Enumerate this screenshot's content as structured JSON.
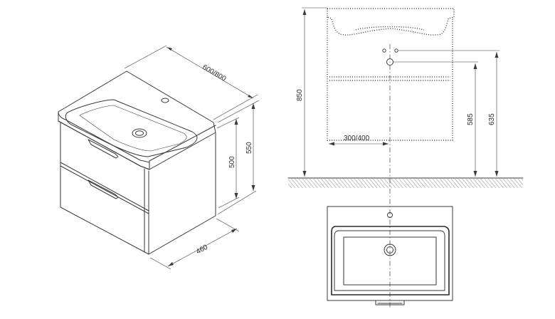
{
  "dimensions": {
    "width": "600/800",
    "height_cabinet": "550",
    "height_front": "500",
    "depth": "460",
    "height_total": "850",
    "drain_height": "585",
    "inlet_height": "635",
    "drain_offset": "300/400"
  },
  "colors": {
    "line": "#3a3a3a",
    "background": "#ffffff"
  }
}
